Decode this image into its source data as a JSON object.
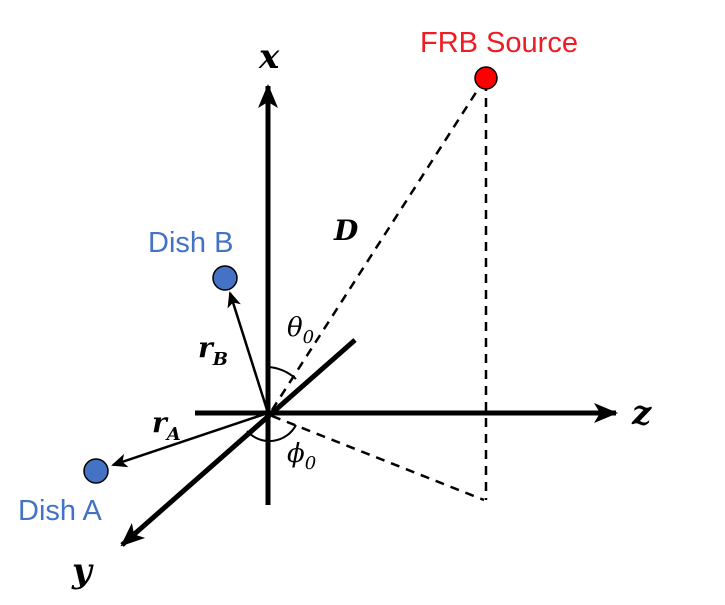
{
  "axes": {
    "x_label": "x",
    "y_label": "y",
    "z_label": "z"
  },
  "source": {
    "label": "FRB Source",
    "color": "#ee1c24"
  },
  "dishes": [
    {
      "label": "Dish A",
      "color": "#4472c4"
    },
    {
      "label": "Dish B",
      "color": "#4472c4"
    }
  ],
  "vectors": {
    "rA_main": "r",
    "rA_sub": "A",
    "rB_main": "r",
    "rB_sub": "B",
    "D": "D"
  },
  "angles": {
    "theta_main": "θ",
    "theta_sub": "0",
    "phi_main": "ϕ",
    "phi_sub": "0"
  }
}
